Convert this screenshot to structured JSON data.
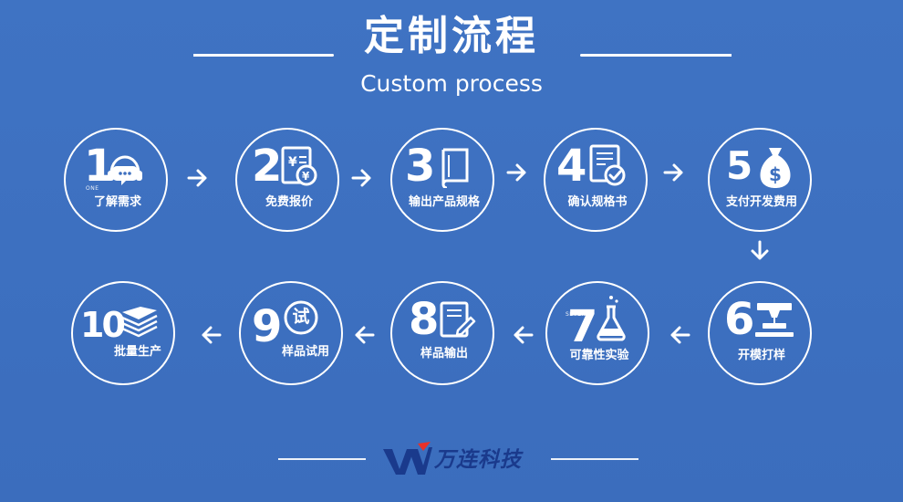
{
  "header": {
    "title_cn": "定制流程",
    "title_en": "Custom process"
  },
  "steps": [
    {
      "number": "1",
      "tag": "ONE",
      "label": "了解需求",
      "icon": "headset-chat-icon"
    },
    {
      "number": "2",
      "label": "免费报价",
      "icon": "price-quote-icon"
    },
    {
      "number": "3",
      "label": "输出产品规格",
      "icon": "book-icon"
    },
    {
      "number": "4",
      "label": "确认规格书",
      "icon": "document-check-icon"
    },
    {
      "number": "5",
      "label": "支付开发费用",
      "icon": "money-bag-icon"
    },
    {
      "number": "6",
      "label": "开模打样",
      "icon": "3d-printer-icon"
    },
    {
      "number": "7",
      "tag": "SEVEN",
      "label": "可靠性实验",
      "icon": "flask-icon"
    },
    {
      "number": "8",
      "label": "样品输出",
      "icon": "document-edit-icon"
    },
    {
      "number": "9",
      "label": "样品试用",
      "icon_text": "试",
      "icon": "trial-badge-icon"
    },
    {
      "number": "10",
      "label": "批量生产",
      "icon": "stacked-sheets-icon"
    }
  ],
  "brand": {
    "name": "万连科技",
    "logo_icon": "wl-logo-mark",
    "logo_colors": {
      "primary": "#1a3a8c",
      "accent": "#e8312a"
    }
  },
  "colors": {
    "background": "#3d6fbf",
    "foreground": "#ffffff"
  }
}
